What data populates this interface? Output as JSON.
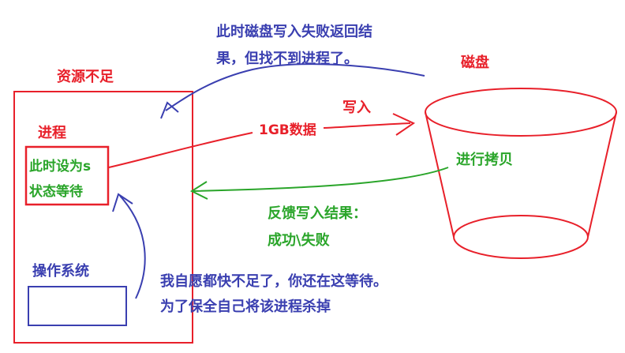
{
  "labels": {
    "top_note_line1": "此时磁盘写入失败返回结",
    "top_note_line2": "果，但找不到进程了。",
    "disk": "磁盘",
    "resource_shortage": "资源不足",
    "process": "进程",
    "write": "写入",
    "data_size": "1GB数据",
    "state_line1": "此时设为s",
    "state_line2": "状态等待",
    "copying": "进行拷贝",
    "feedback_line1": "反馈写入结果：",
    "feedback_line2": "成功\\失败",
    "os": "操作系统",
    "kill_note_line1": "我自愿都快不足了，你还在这等待。",
    "kill_note_line2": "为了保全自己将该进程杀掉"
  },
  "colors": {
    "red": "#e8202a",
    "blue": "#3a3fb0",
    "green": "#2aa52a"
  }
}
